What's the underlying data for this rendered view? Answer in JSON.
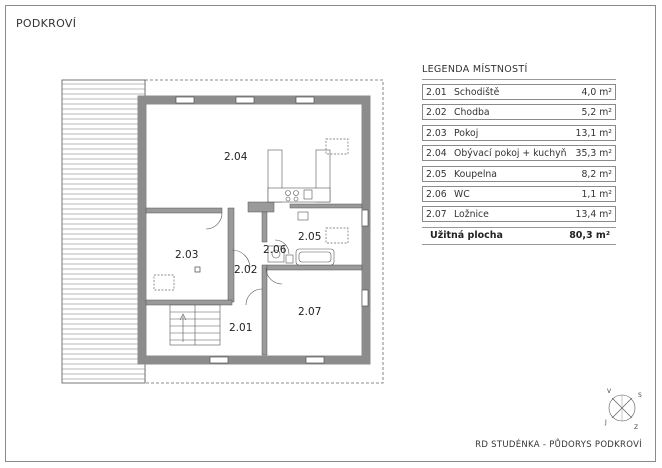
{
  "sheet": {
    "title": "PODKROVÍ",
    "footer": "RD STUDÉNKA - PŮDORYS PODKROVÍ"
  },
  "legend": {
    "title": "LEGENDA MÍSTNOSTÍ",
    "rows": [
      {
        "code": "2.01",
        "name": "Schodiště",
        "area": "4,0 m²"
      },
      {
        "code": "2.02",
        "name": "Chodba",
        "area": "5,2 m²"
      },
      {
        "code": "2.03",
        "name": "Pokoj",
        "area": "13,1 m²"
      },
      {
        "code": "2.04",
        "name": "Obývací pokoj + kuchyň",
        "area": "35,3 m²"
      },
      {
        "code": "2.05",
        "name": "Koupelna",
        "area": "8,2 m²"
      },
      {
        "code": "2.06",
        "name": "WC",
        "area": "1,1 m²"
      },
      {
        "code": "2.07",
        "name": "Ložnice",
        "area": "13,4 m²"
      }
    ],
    "total_label": "Užitná plocha",
    "total_area": "80,3 m²"
  },
  "plan": {
    "rooms": [
      "2.04",
      "2.03",
      "2.05",
      "2.06",
      "2.02",
      "2.07",
      "2.01"
    ]
  },
  "compass": {
    "north": "V",
    "east": "S",
    "south": "Z",
    "west": "J"
  }
}
